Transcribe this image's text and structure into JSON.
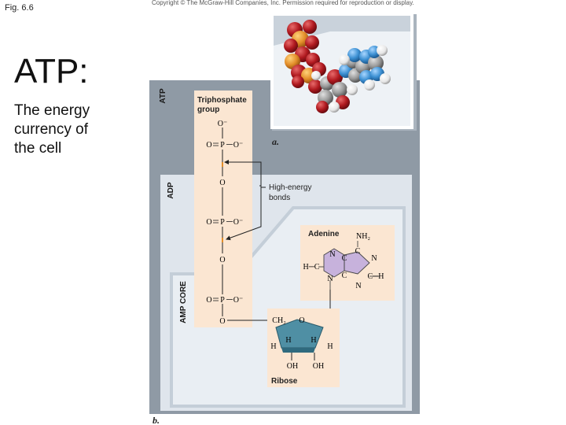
{
  "slide": {
    "figure_label": "Fig. 6.6",
    "copyright": "Copyright © The McGraw-Hill Companies, Inc. Permission required for reproduction or display.",
    "title": "ATP:",
    "description": "The energy currency of the cell"
  },
  "panel_labels": {
    "a": "a.",
    "b": "b."
  },
  "regions": {
    "atp": "ATP",
    "adp": "ADP",
    "amp_core": "AMP CORE"
  },
  "triphosphate": {
    "title_line1": "Triphosphate",
    "title_line2": "group",
    "o_minus": "O⁻",
    "o": "O",
    "phosphate_line": "O═P─O⁻",
    "p_row_left": "O",
    "p_row_mid": "P",
    "p_row_right": "O⁻"
  },
  "bonds_label": {
    "line1": "High-energy",
    "line2": "bonds"
  },
  "adenine": {
    "title": "Adenine",
    "nh2": "NH₂",
    "n": "N",
    "c": "C",
    "hc": "H─C",
    "ch": "C─H"
  },
  "ribose": {
    "title": "Ribose",
    "ch2": "CH₂",
    "o": "O",
    "h": "H",
    "oh": "OH"
  },
  "colors": {
    "panel_gray": "#8f9aa5",
    "panel_light": "#dfe5ec",
    "panel_mid": "#c4ced8",
    "amp_fill": "#e9eef3",
    "box_peach": "#fbe6d2",
    "ring_purple": "#c7b2dc",
    "ribose_teal": "#4f8fa4",
    "oxygen_red": "#b0191f",
    "phosphorus_orange": "#e38e2a",
    "nitrogen_blue": "#3b8fd2",
    "carbon_gray": "#9a9a9a",
    "hydrogen_white": "#f2f2f2"
  }
}
